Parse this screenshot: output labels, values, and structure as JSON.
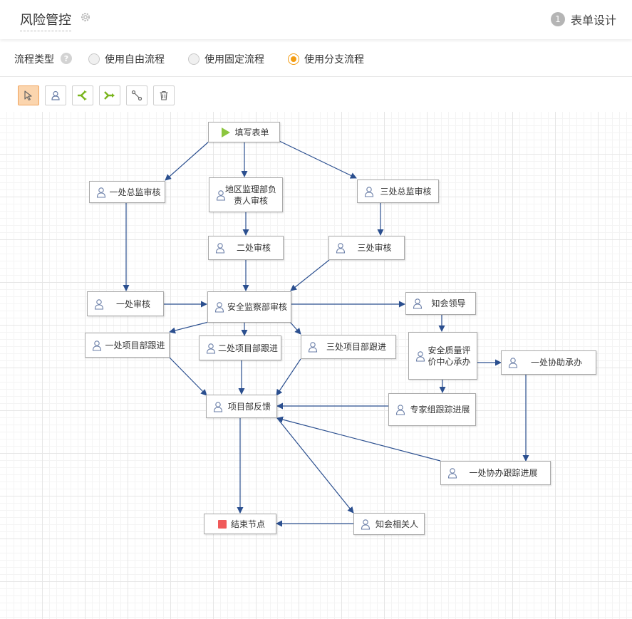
{
  "header": {
    "title": "风险管控",
    "step_number": "1",
    "step_label": "表单设计"
  },
  "flow_type": {
    "label": "流程类型",
    "help": "?",
    "options": [
      {
        "label": "使用自由流程",
        "selected": false
      },
      {
        "label": "使用固定流程",
        "selected": false
      },
      {
        "label": "使用分支流程",
        "selected": true
      }
    ]
  },
  "toolbar": {
    "tools": [
      "pointer-icon",
      "task-node-icon",
      "branch-icon",
      "merge-icon",
      "connector-icon",
      "trash-icon"
    ]
  },
  "colors": {
    "accent": "#f39c12",
    "edge": "#2b4f8f",
    "start": "#8cc63f",
    "end": "#f05a5a"
  },
  "nodes": {
    "start": "填写表单",
    "n1": "一处总监审核",
    "n2": "地区监理部负责人审核",
    "n3": "三处总监审核",
    "n4": "二处审核",
    "n5": "三处审核",
    "n6": "一处审核",
    "n7": "安全监察部审核",
    "n8": "知会领导",
    "n9": "一处项目部跟进",
    "n10": "二处项目部跟进",
    "n11": "三处项目部跟进",
    "n12": "安全质量评价中心承办",
    "n13": "一处协助承办",
    "n14": "项目部反馈",
    "n15": "专家组跟踪进展",
    "n16": "一处协办跟踪进展",
    "end": "结束节点",
    "n17": "知会相关人"
  }
}
